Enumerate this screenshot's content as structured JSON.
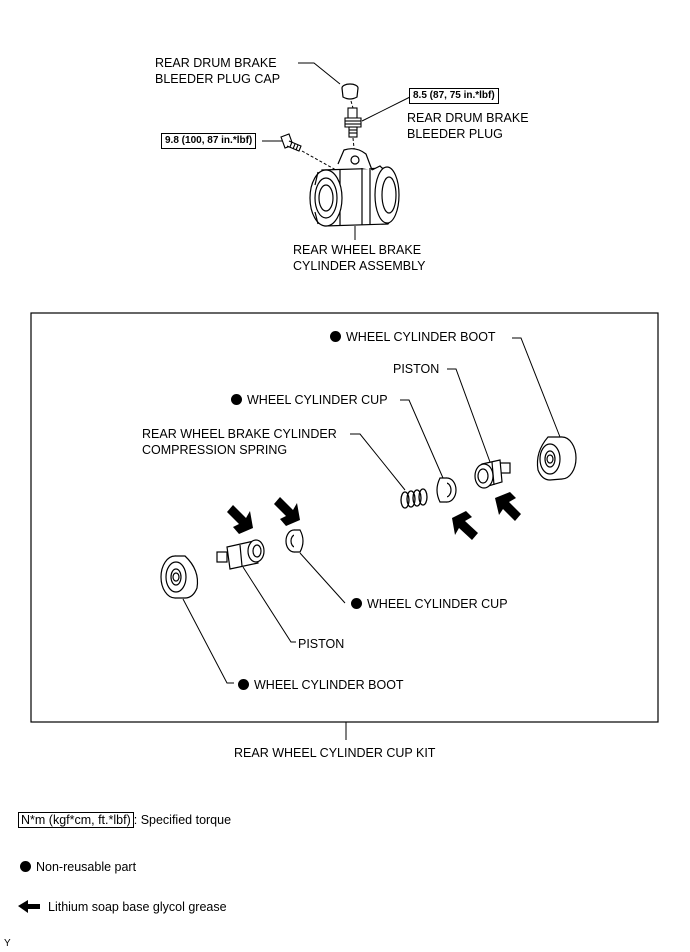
{
  "upper_labels": {
    "bleeder_cap_line1": "REAR DRUM BRAKE",
    "bleeder_cap_line2": "BLEEDER PLUG CAP",
    "bleeder_plug_line1": "REAR DRUM BRAKE",
    "bleeder_plug_line2": "BLEEDER PLUG",
    "cylinder_line1": "REAR WHEEL BRAKE",
    "cylinder_line2": "CYLINDER ASSEMBLY",
    "torque_bleeder": "8.5 (87, 75 in.*lbf)",
    "torque_bolt": "9.8 (100, 87 in.*lbf)"
  },
  "kit_labels": {
    "boot_right": "WHEEL CYLINDER BOOT",
    "piston_right": "PISTON",
    "cup_right": "WHEEL CYLINDER CUP",
    "spring_line1": "REAR WHEEL BRAKE CYLINDER",
    "spring_line2": "COMPRESSION SPRING",
    "cup_left": "WHEEL CYLINDER CUP",
    "piston_left": "PISTON",
    "boot_left": "WHEEL CYLINDER BOOT",
    "kit_name": "REAR WHEEL CYLINDER CUP KIT"
  },
  "legend": {
    "torque_unit": "N*m (kgf*cm, ft.*lbf)",
    "torque_text": ": Specified torque",
    "nonreusable_text": "Non-reusable part",
    "grease_text": "Lithium soap base glycol grease"
  },
  "corner_code": "Y"
}
